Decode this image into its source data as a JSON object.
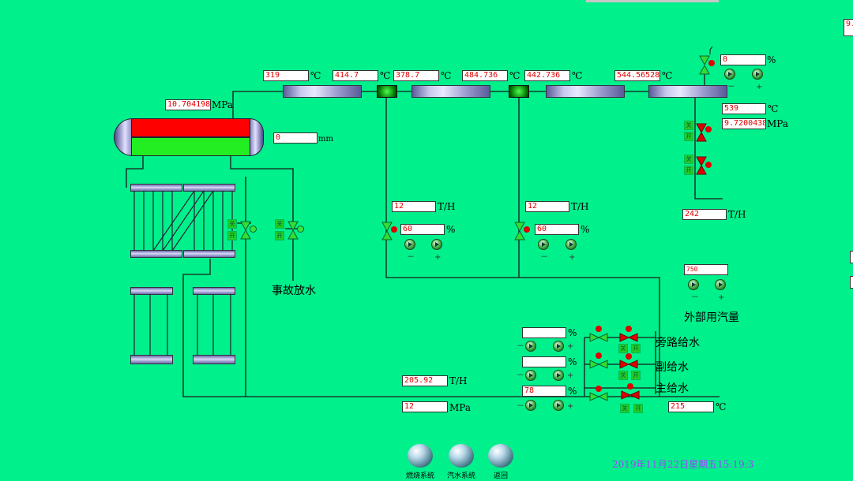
{
  "top_right": {
    "value": "9."
  },
  "steam": {
    "t1": "319",
    "t2": "414.7",
    "t3": "378.7",
    "t4": "484.736",
    "t5": "442.736",
    "t6": "544.56528",
    "unit_c": "℃",
    "drum_pressure": "10.704198",
    "unit_mpa": "MPa",
    "outlet_temp": "539",
    "outlet_pressure": "9.7200438",
    "steam_flow": "242",
    "unit_th": "T/H",
    "valve_opening": "0",
    "unit_pct": "%"
  },
  "drum": {
    "level": "0",
    "unit_mm": "mm"
  },
  "spray1": {
    "flow": "12",
    "opening": "60",
    "unit_th": "T/H",
    "unit_pct": "%"
  },
  "spray2": {
    "flow": "12",
    "opening": "60",
    "unit_th": "T/H",
    "unit_pct": "%"
  },
  "external": {
    "value": "750",
    "label": "外部用汽量"
  },
  "accident_drain": {
    "label": "事故放水"
  },
  "feedwater": {
    "flow": "205.92",
    "pressure": "12",
    "temp": "215",
    "bypass_opening": "",
    "sub_opening": "",
    "main_opening": "78",
    "bypass_label": "旁路给水",
    "sub_label": "副给水",
    "main_label": "主给水",
    "unit_th": "T/H",
    "unit_mpa": "MPa",
    "unit_c": "℃",
    "unit_pct": "%"
  },
  "minus": "－",
  "plus": "+",
  "valve_open_label": "关",
  "valve_close_label": "开",
  "nav": {
    "combustion": "燃烧系统",
    "steam_water": "汽水系统",
    "back": "返回"
  },
  "datetime": "2019年11月22日星期五15:19:3",
  "colors": {
    "background": "#00f08c",
    "value_text": "#e00000",
    "datetime": "#a040ff"
  }
}
